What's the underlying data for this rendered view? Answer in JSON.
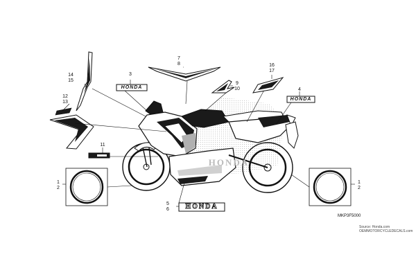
{
  "callouts": [
    {
      "id": "c14",
      "lines": [
        "14",
        "15"
      ]
    },
    {
      "id": "c12",
      "lines": [
        "12",
        "13"
      ]
    },
    {
      "id": "c3",
      "lines": [
        "3"
      ]
    },
    {
      "id": "c7",
      "lines": [
        "7",
        "8"
      ]
    },
    {
      "id": "c9",
      "lines": [
        "9",
        "10"
      ]
    },
    {
      "id": "c16",
      "lines": [
        "16",
        "17"
      ]
    },
    {
      "id": "c4",
      "lines": [
        "4"
      ]
    },
    {
      "id": "c11",
      "lines": [
        "11"
      ]
    },
    {
      "id": "c1l",
      "lines": [
        "1",
        "2"
      ]
    },
    {
      "id": "c1r",
      "lines": [
        "1",
        "2"
      ]
    },
    {
      "id": "c5",
      "lines": [
        "5",
        "6"
      ]
    }
  ],
  "decal_text": {
    "honda_lower": "HONDA",
    "honda_fairing": "HONDA",
    "honda_tail": "HONDA",
    "honda_panel": "HONDA"
  },
  "diagram_code": "MKP3F5000",
  "source": {
    "line1": "Source: Honda.com",
    "line2": "OEMMOTORCYCLEDECALS.com"
  },
  "colors": {
    "stroke": "#111111",
    "fill": "#1a1a1a",
    "shade": "#b0b0b0"
  }
}
